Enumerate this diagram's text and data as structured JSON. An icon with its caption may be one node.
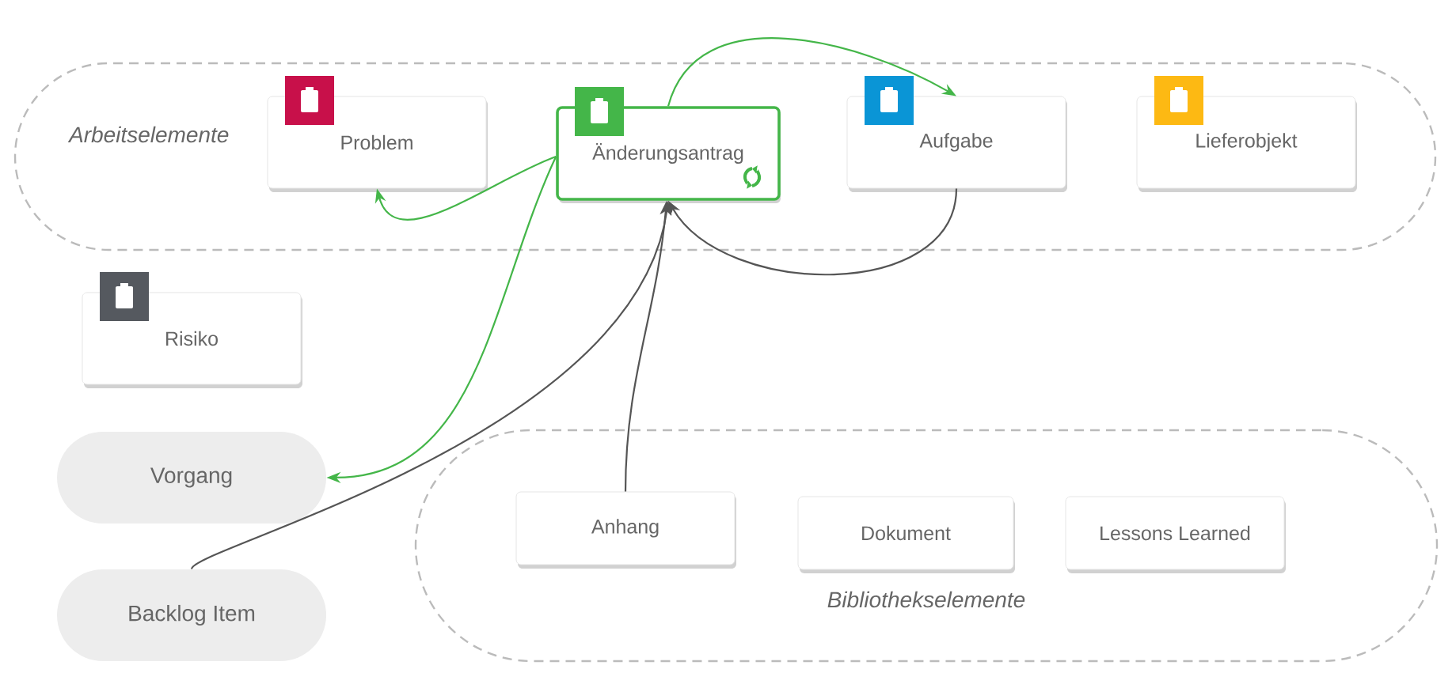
{
  "diagram": {
    "nodes": [
      {
        "text": [
          "Arbeitselemente"
        ]
      },
      {
        "text": [
          "Problem"
        ],
        "in": 0
      },
      {
        "text": [
          "Änderungsantrag"
        ],
        "in": 0
      },
      {
        "text": [
          "Aufgabe"
        ],
        "in": 0
      },
      {
        "text": [
          "Lieferobjekt"
        ],
        "in": 0
      },
      {
        "text": [
          "Risiko"
        ]
      },
      {
        "text": [
          "Vorgang"
        ]
      },
      {
        "text": [
          "Backlog Item"
        ]
      },
      {
        "text": [
          "Bibliothekselemente"
        ]
      },
      {
        "text": [
          "Anhang"
        ],
        "in": 8
      },
      {
        "text": [
          "Dokument"
        ],
        "in": 8
      },
      {
        "text": [
          "Lessons Learned"
        ],
        "in": 8
      }
    ],
    "edges": [
      {
        "from": 2,
        "to": 1,
        "arrow": "to",
        "color": "#44b649"
      },
      {
        "from": 2,
        "to": 3,
        "arrow": "to",
        "color": "#44b649"
      },
      {
        "from": 2,
        "to": 6,
        "arrow": "to",
        "color": "#44b649"
      },
      {
        "from": 3,
        "to": 2,
        "arrow": "to",
        "color": "#555555"
      },
      {
        "from": 9,
        "to": 2,
        "arrow": "to",
        "color": "#555555"
      },
      {
        "from": 7,
        "to": 2,
        "arrow": "to",
        "color": "#555555"
      }
    ]
  }
}
